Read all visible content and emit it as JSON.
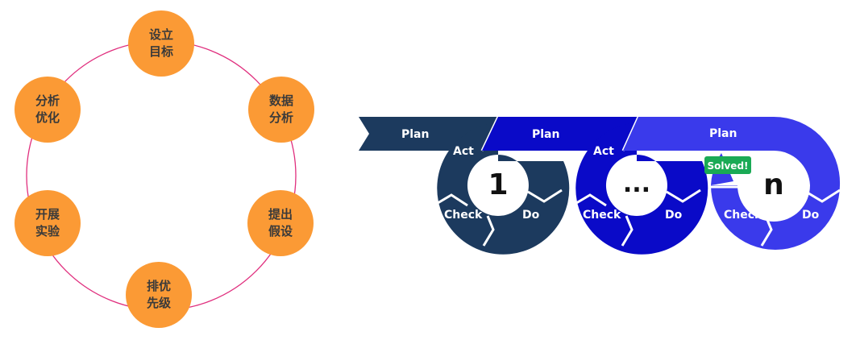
{
  "left_cycle": {
    "ring_color": "#e02f7e",
    "node_color": "#fb9a35",
    "text_color": "#3a3a3a",
    "nodes": [
      {
        "line1": "设立",
        "line2": "目标"
      },
      {
        "line1": "数据",
        "line2": "分析"
      },
      {
        "line1": "提出",
        "line2": "假设"
      },
      {
        "line1": "排优",
        "line2": "先级"
      },
      {
        "line1": "开展",
        "line2": "实验"
      },
      {
        "line1": "分析",
        "line2": "优化"
      }
    ]
  },
  "pdca": {
    "cycles": [
      {
        "number": "1",
        "color": "#1c3a5e",
        "plan": "Plan",
        "act": "Act",
        "check": "Check",
        "do": "Do"
      },
      {
        "number": "...",
        "color": "#0a0ac8",
        "plan": "Plan",
        "act": "Act",
        "check": "Check",
        "do": "Do"
      },
      {
        "number": "n",
        "color": "#3a3aeb",
        "plan": "Plan",
        "check": "Check",
        "do": "Do"
      }
    ],
    "solved_badge": {
      "label": "Solved!",
      "color": "#1aaa55"
    }
  }
}
